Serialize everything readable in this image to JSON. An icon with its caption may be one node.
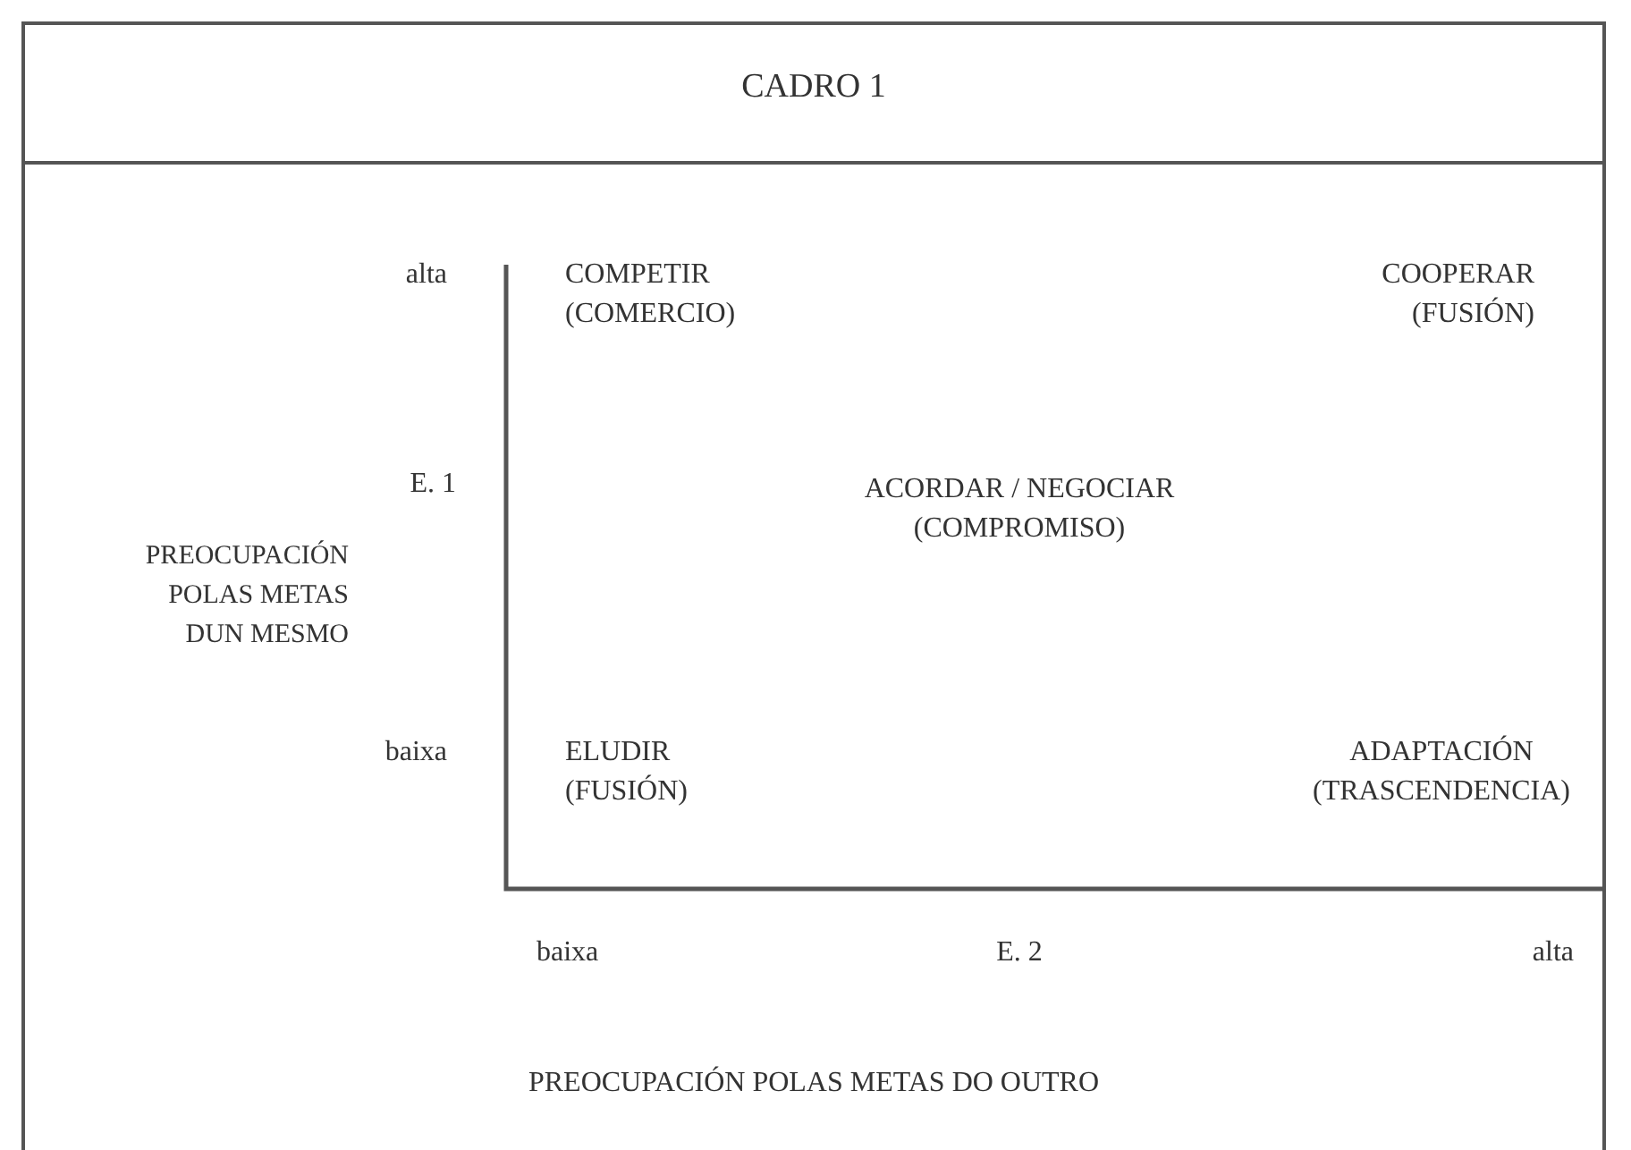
{
  "diagram": {
    "title": "CADRO 1",
    "labels": [
      "alta",
      "COMPETIR (COMERCIO)",
      "COOPERAR (FUSIÓN)",
      "E. 1",
      "ACORDAR / NEGOCIAR (COMPROMISO)",
      "PREOCUPACIÓN POLAS METAS DUN MESMO",
      "baixa",
      "ELUDIR (FUSIÓN)",
      "ADAPTACIÓN (TRASCENDENCIA)",
      "baixa",
      "E. 2",
      "alta",
      "PREOCUPACIÓN POLAS METAS DO OUTRO"
    ]
  }
}
